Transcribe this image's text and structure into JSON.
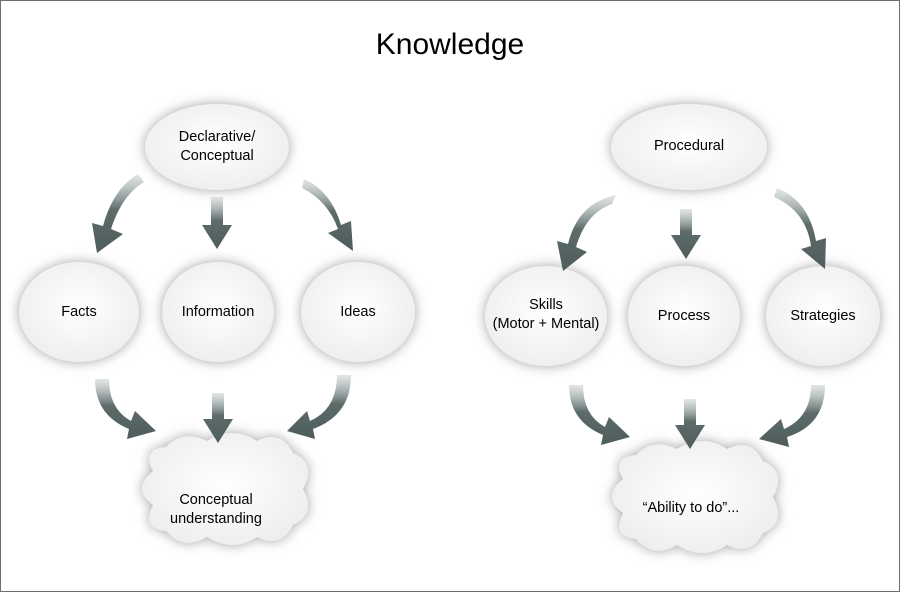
{
  "title": "Knowledge",
  "colors": {
    "arrow": "#5d6b6b",
    "node_fill": "#f3f3f3",
    "glow": "#9a9a9a"
  },
  "declarative": {
    "root": [
      "Declarative/",
      "Conceptual"
    ],
    "children": [
      "Facts",
      "Information",
      "Ideas"
    ],
    "outcome": [
      "Conceptual",
      "understanding"
    ]
  },
  "procedural": {
    "root": [
      "Procedural"
    ],
    "children": [
      [
        "Skills",
        "(Motor + Mental)"
      ],
      [
        "Process"
      ],
      [
        "Strategies"
      ]
    ],
    "outcome": [
      "“Ability to do”..."
    ]
  }
}
